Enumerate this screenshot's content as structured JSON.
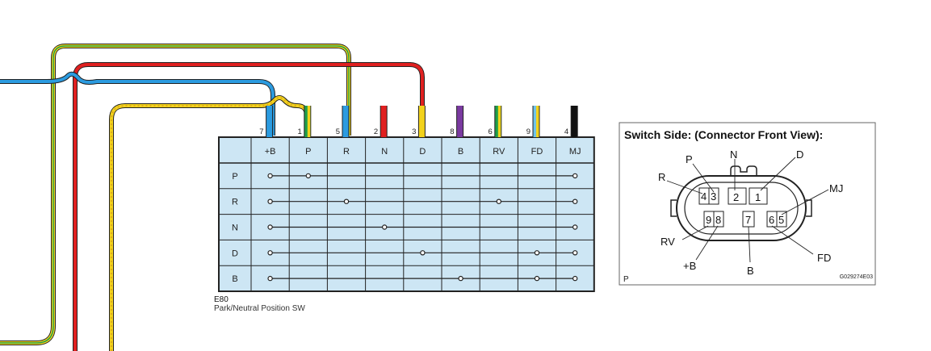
{
  "table": {
    "connector_id": "E80",
    "connector_name": "Park/Neutral Position SW",
    "columns": [
      {
        "label": "+B",
        "pin": "7"
      },
      {
        "label": "P",
        "pin": "1"
      },
      {
        "label": "R",
        "pin": "5"
      },
      {
        "label": "N",
        "pin": "2"
      },
      {
        "label": "D",
        "pin": "3"
      },
      {
        "label": "B",
        "pin": "8"
      },
      {
        "label": "RV",
        "pin": "6"
      },
      {
        "label": "FD",
        "pin": "9"
      },
      {
        "label": "MJ",
        "pin": "4"
      }
    ],
    "rows": [
      {
        "label": "P",
        "connections": [
          "+B",
          "P",
          "MJ"
        ]
      },
      {
        "label": "R",
        "connections": [
          "+B",
          "R",
          "RV",
          "MJ"
        ]
      },
      {
        "label": "N",
        "connections": [
          "+B",
          "N",
          "MJ"
        ]
      },
      {
        "label": "D",
        "connections": [
          "+B",
          "D",
          "FD",
          "MJ"
        ]
      },
      {
        "label": "B",
        "connections": [
          "+B",
          "B",
          "FD",
          "MJ"
        ]
      }
    ]
  },
  "wire_colors": {
    "pin7": [
      "#2b9be0"
    ],
    "pin1": [
      "#1e9e4a",
      "#f2d21b"
    ],
    "pin5": [
      "#2b9be0"
    ],
    "pin2": [
      "#e02020"
    ],
    "pin3": [
      "#f2d21b"
    ],
    "pin8": [
      "#7a3aa0"
    ],
    "pin6": [
      "#1e9e4a",
      "#f2d21b"
    ],
    "pin9": [
      "#6fc3e8",
      "#f2d21b"
    ],
    "pin4": [
      "#111111"
    ]
  },
  "connector_view": {
    "title": "Switch Side: (Connector Front View):",
    "labels": {
      "P": "P",
      "N": "N",
      "D": "D",
      "R": "R",
      "MJ": "MJ",
      "RV": "RV",
      "B+": "+B",
      "B": "B",
      "FD": "FD"
    },
    "pins_top": [
      "4",
      "3",
      "2",
      "1"
    ],
    "pins_bottom": [
      "9",
      "8",
      "7",
      "6",
      "5"
    ],
    "corner_label": "P",
    "figure_code": "G029274E03"
  }
}
